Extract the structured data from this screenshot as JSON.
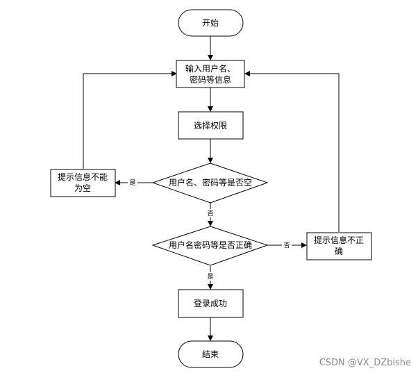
{
  "nodes": {
    "start": "开始",
    "input_line1": "输入用户名、",
    "input_line2": "密码等信息",
    "select": "选择权限",
    "check_empty": "用户名、密码等是否空",
    "empty_msg_line1": "提示信息不能",
    "empty_msg_line2": "为空",
    "check_correct": "用户名密码等是否正确",
    "wrong_msg_line1": "提示信息不正",
    "wrong_msg_line2": "确",
    "success": "登录成功",
    "end": "结束"
  },
  "edges": {
    "empty_yes": "是",
    "empty_no": "否",
    "correct_no": "否",
    "correct_yes": "是"
  },
  "watermark": "CSDN @VX_DZbishe"
}
